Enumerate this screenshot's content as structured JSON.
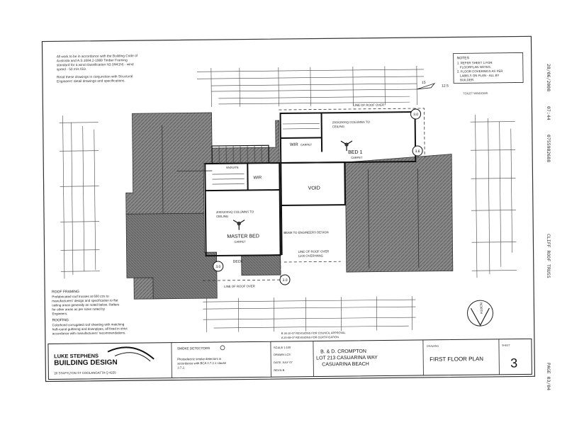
{
  "header_fax": {
    "date": "28/06/2008",
    "time": "07:44",
    "fax_no": "0755982688",
    "supplier": "CLIFF ROOF TRUSS",
    "page": "PAGE 03/04"
  },
  "general_notes": [
    "All work to be in accordance with the Building Code of",
    "Australia and A.S.1684.2-1999 Timber Framing",
    "standard for a wind classification N3 (W41N) - wind",
    "speed - 50 m/s ISD.",
    "Read these drawings in conjunction with Structural",
    "Engineers' detail drawings and specifications."
  ],
  "notes_box": {
    "title": "NOTES",
    "lines": [
      "1. REFER SHEET 1 FOR",
      "FLOORPLAN NOTES.",
      "2. FLOOR COVERINGS AS PER",
      "LABELS ON PLAN - ALL BY",
      "BUILDER."
    ],
    "extra": "TOILET WINDOWS"
  },
  "roof_framing": {
    "title": "ROOF FRAMING",
    "lines": [
      "Prefabricated roof trusses at 600 ctrs to",
      "manufacturers' design and specification to flat",
      "ceiling areas generally as noted below. Rafters",
      "for other areas as per sizes noted by",
      "Engineers."
    ]
  },
  "roofing": {
    "title": "ROOFING",
    "lines": [
      "Colorbond corrugated roof sheeting with matching",
      "half-round guttering and downpipes, all fixed in strict",
      "accordance with manufacturers' recommendations."
    ]
  },
  "smoke": {
    "title": "SMOKE DETECTORS",
    "lines": [
      "Photoelectric smoke detectors in",
      "accordance with BCA 3.7.2.1 clause",
      "3.7.2."
    ]
  },
  "firm": {
    "name": "LUKE STEPHENS",
    "sub": "BUILDING DESIGN",
    "address": "20 STAPYLTON ST COOLANGATTA Q 4225"
  },
  "title_block": {
    "scale": "SCALE 1:100",
    "drawn": "DRAWN LCS",
    "date": "DATE JULY 07",
    "rev": "REVN B",
    "client": "B. & D. CROMPTON",
    "lot": "LOT 213 CASUARINA WAY",
    "suburb": "CASUARINA BEACH",
    "drawing_label": "DRAWING",
    "drawing": "FIRST FLOOR PLAN",
    "sheet_label": "SHEET",
    "sheet": "3",
    "revisions": [
      "B 26-10-07 REVISIONS FOR COUNCIL APPROVAL",
      "A 20-08-07 REVISIONS FOR CERTIFICATION"
    ]
  },
  "rooms": {
    "wir_top": "WIR",
    "wir_top_sub": "CARPET",
    "bed1": "BED 1",
    "bed1_sub": "CARPET",
    "wir": "WIR",
    "void": "VOID",
    "master": "MASTER BED",
    "master_sub": "CARPET",
    "deck": "DECK"
  },
  "annotations": {
    "cols_top": "200X200SQ COLUMNS TO",
    "cols_top2": "CEILING",
    "cols_master": "200X200SQ COLUMNS TO",
    "cols_master2": "CEILING",
    "roof_line_top": "LINE OF ROOF OVER",
    "roof_line_bottom": "LINE OF ROOF OVER",
    "overhang": "LINE OF ROOF OVER",
    "overhang2": "1200 OVERHANG",
    "engineer": "BEAM TO ENGINEERS DESIGN",
    "ensuite": "ENSUITE",
    "roof_pitch": "12.5",
    "slope_a": "15",
    "north": "NORTH"
  },
  "markers": [
    "3.0",
    "3.6",
    "3.0",
    "3.0"
  ]
}
